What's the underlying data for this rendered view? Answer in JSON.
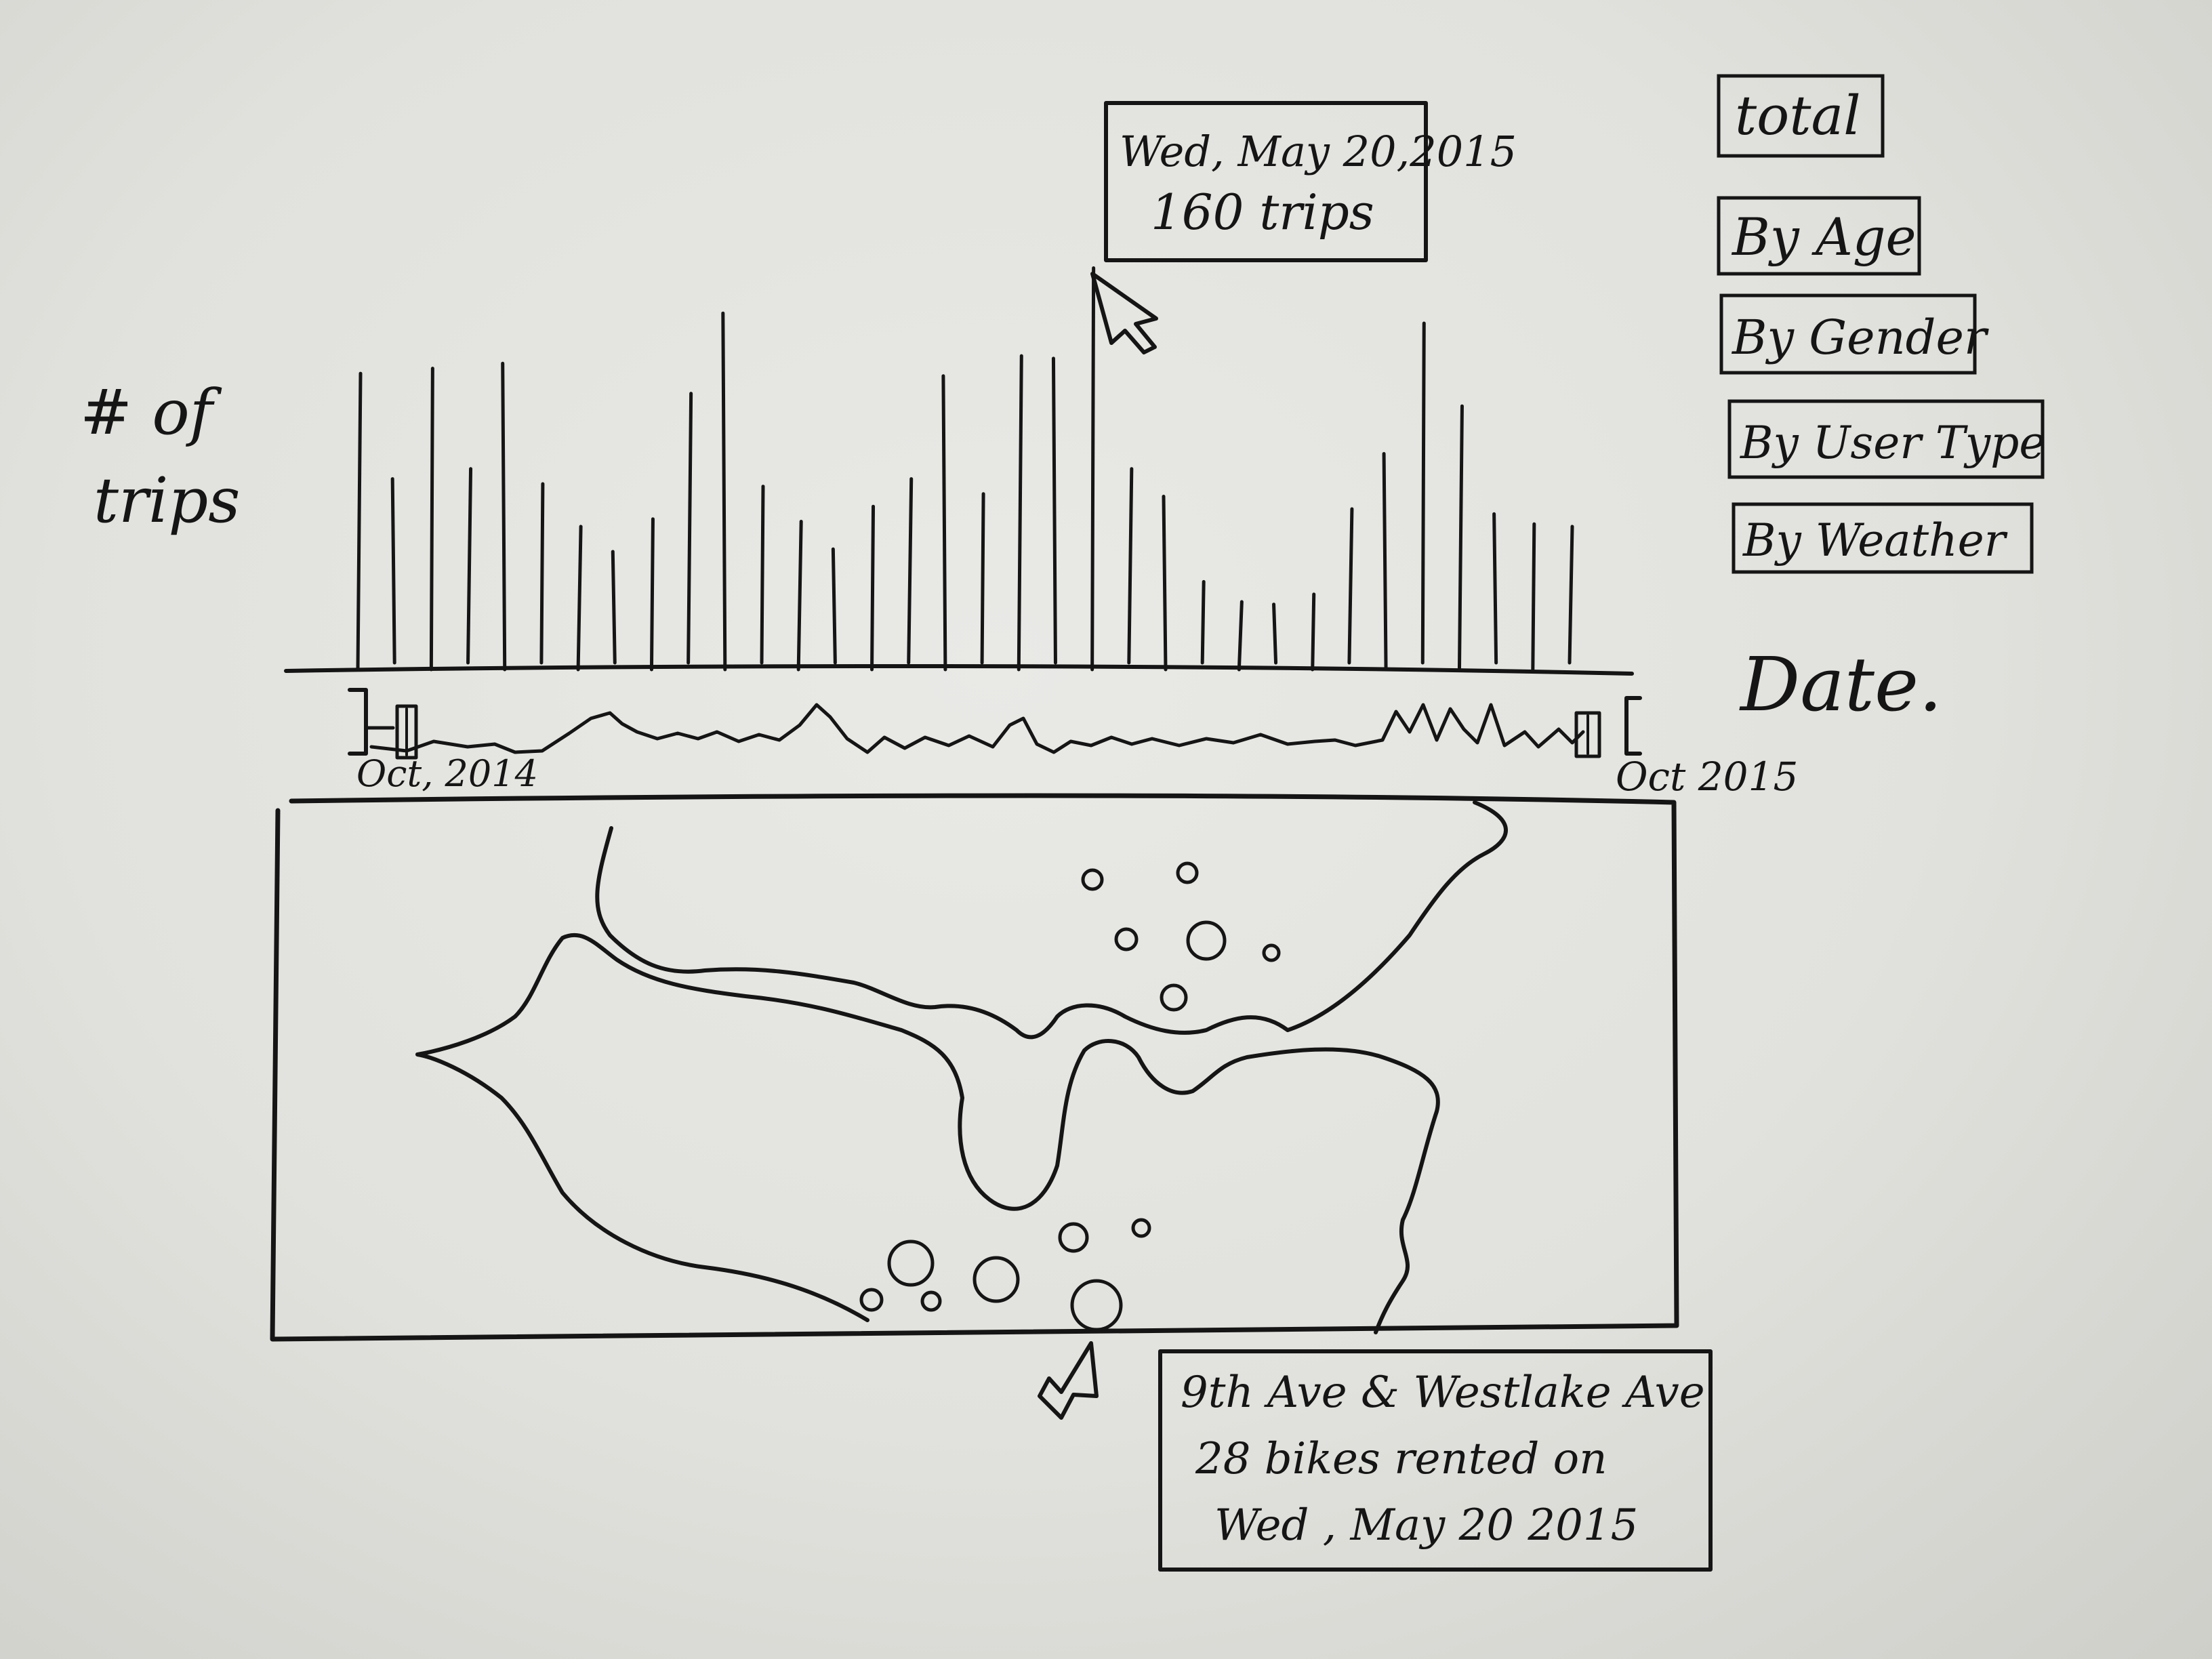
{
  "chart": {
    "y_axis_label_line1": "# of",
    "y_axis_label_line2": "trips",
    "x_axis_label": "Date."
  },
  "tooltip_chart": {
    "line1": "Wed, May 20,2015",
    "line2": "160 trips"
  },
  "range_slider": {
    "start_label": "Oct, 2014",
    "end_label": "Oct 2015"
  },
  "filter_buttons": [
    {
      "label": "total"
    },
    {
      "label": "By Age"
    },
    {
      "label": "By Gender"
    },
    {
      "label": "By User Type"
    },
    {
      "label": "By Weather"
    }
  ],
  "map_tooltip": {
    "line1": "9th Ave & Westlake Ave",
    "line2": "28 bikes rented on",
    "line3": "Wed , May 20 2015"
  },
  "chart_data": {
    "type": "bar",
    "title": "",
    "xlabel": "Date.",
    "ylabel": "# of trips",
    "x_range_labels": [
      "Oct, 2014",
      "Oct 2015"
    ],
    "values": [
      118,
      76,
      120,
      80,
      122,
      74,
      57,
      47,
      60,
      110,
      142,
      73,
      59,
      48,
      65,
      76,
      117,
      70,
      125,
      124,
      160,
      80,
      69,
      35,
      27,
      26,
      30,
      64,
      86,
      138,
      105,
      62,
      58,
      57
    ],
    "highlight": {
      "label": "Wed, May 20,2015",
      "value": 160
    },
    "ylim": [
      0,
      175
    ],
    "grid": false
  },
  "colors": {
    "ink": "#151515",
    "paper": "#e4e4e0"
  }
}
